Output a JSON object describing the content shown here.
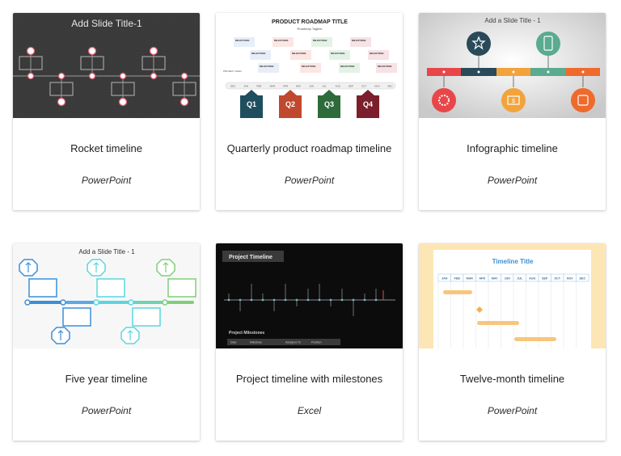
{
  "templates": [
    {
      "title": "Rocket timeline",
      "app": "PowerPoint",
      "thumb_text": {
        "heading": "Add Slide Title-1"
      }
    },
    {
      "title": "Quarterly product roadmap timeline",
      "app": "PowerPoint",
      "thumb_text": {
        "heading": "PRODUCT ROADMAP TITLE",
        "tagline": "Roadmap Tagline",
        "row_label": "PROJECT LEAD",
        "milestone": "MILESTONE",
        "quarters": [
          "Q1",
          "Q2",
          "Q3",
          "Q4"
        ],
        "months": [
          "DEC",
          "JAN",
          "FEB",
          "MAR",
          "APR",
          "MAY",
          "JUN",
          "JUL",
          "AUG",
          "SEP",
          "OCT",
          "NOV",
          "DEC"
        ]
      }
    },
    {
      "title": "Infographic timeline",
      "app": "PowerPoint",
      "thumb_text": {
        "heading": "Add a Slide Title - 1"
      }
    },
    {
      "title": "Five year timeline",
      "app": "PowerPoint",
      "thumb_text": {
        "heading": "Add a Slide Title - 1"
      }
    },
    {
      "title": "Project timeline with milestones",
      "app": "Excel",
      "thumb_text": {
        "heading": "Project Timeline",
        "section": "Project Milestones",
        "columns": [
          "Date",
          "Milestone",
          "Assigned To",
          "Position"
        ]
      }
    },
    {
      "title": "Twelve-month timeline",
      "app": "PowerPoint",
      "thumb_text": {
        "heading": "Timeline Title",
        "months": [
          "JAN",
          "FEB",
          "MAR",
          "APR",
          "MAY",
          "JUN",
          "JUL",
          "AUG",
          "SEP",
          "OCT",
          "NOV",
          "DEC"
        ]
      }
    }
  ],
  "colors": {
    "rocket_bg": "#3a3a3a",
    "rocket_accent": "#e85d75",
    "q1": "#1f4e5f",
    "q2": "#c0482f",
    "q3": "#2e6b3a",
    "q4": "#7a1f2b",
    "info_red": "#e8474a",
    "info_navy": "#2a4a5a",
    "info_teal": "#5aab8f",
    "info_yellow": "#f3a33c",
    "info_orange": "#ef6a2d",
    "five_blue": "#3a8fd8",
    "five_cyan": "#5ad6e0",
    "five_green": "#7fcf7a",
    "project_bg": "#0c0c0c",
    "twelve_bg": "#fde6b5",
    "twelve_header": "#3d8fd0"
  }
}
